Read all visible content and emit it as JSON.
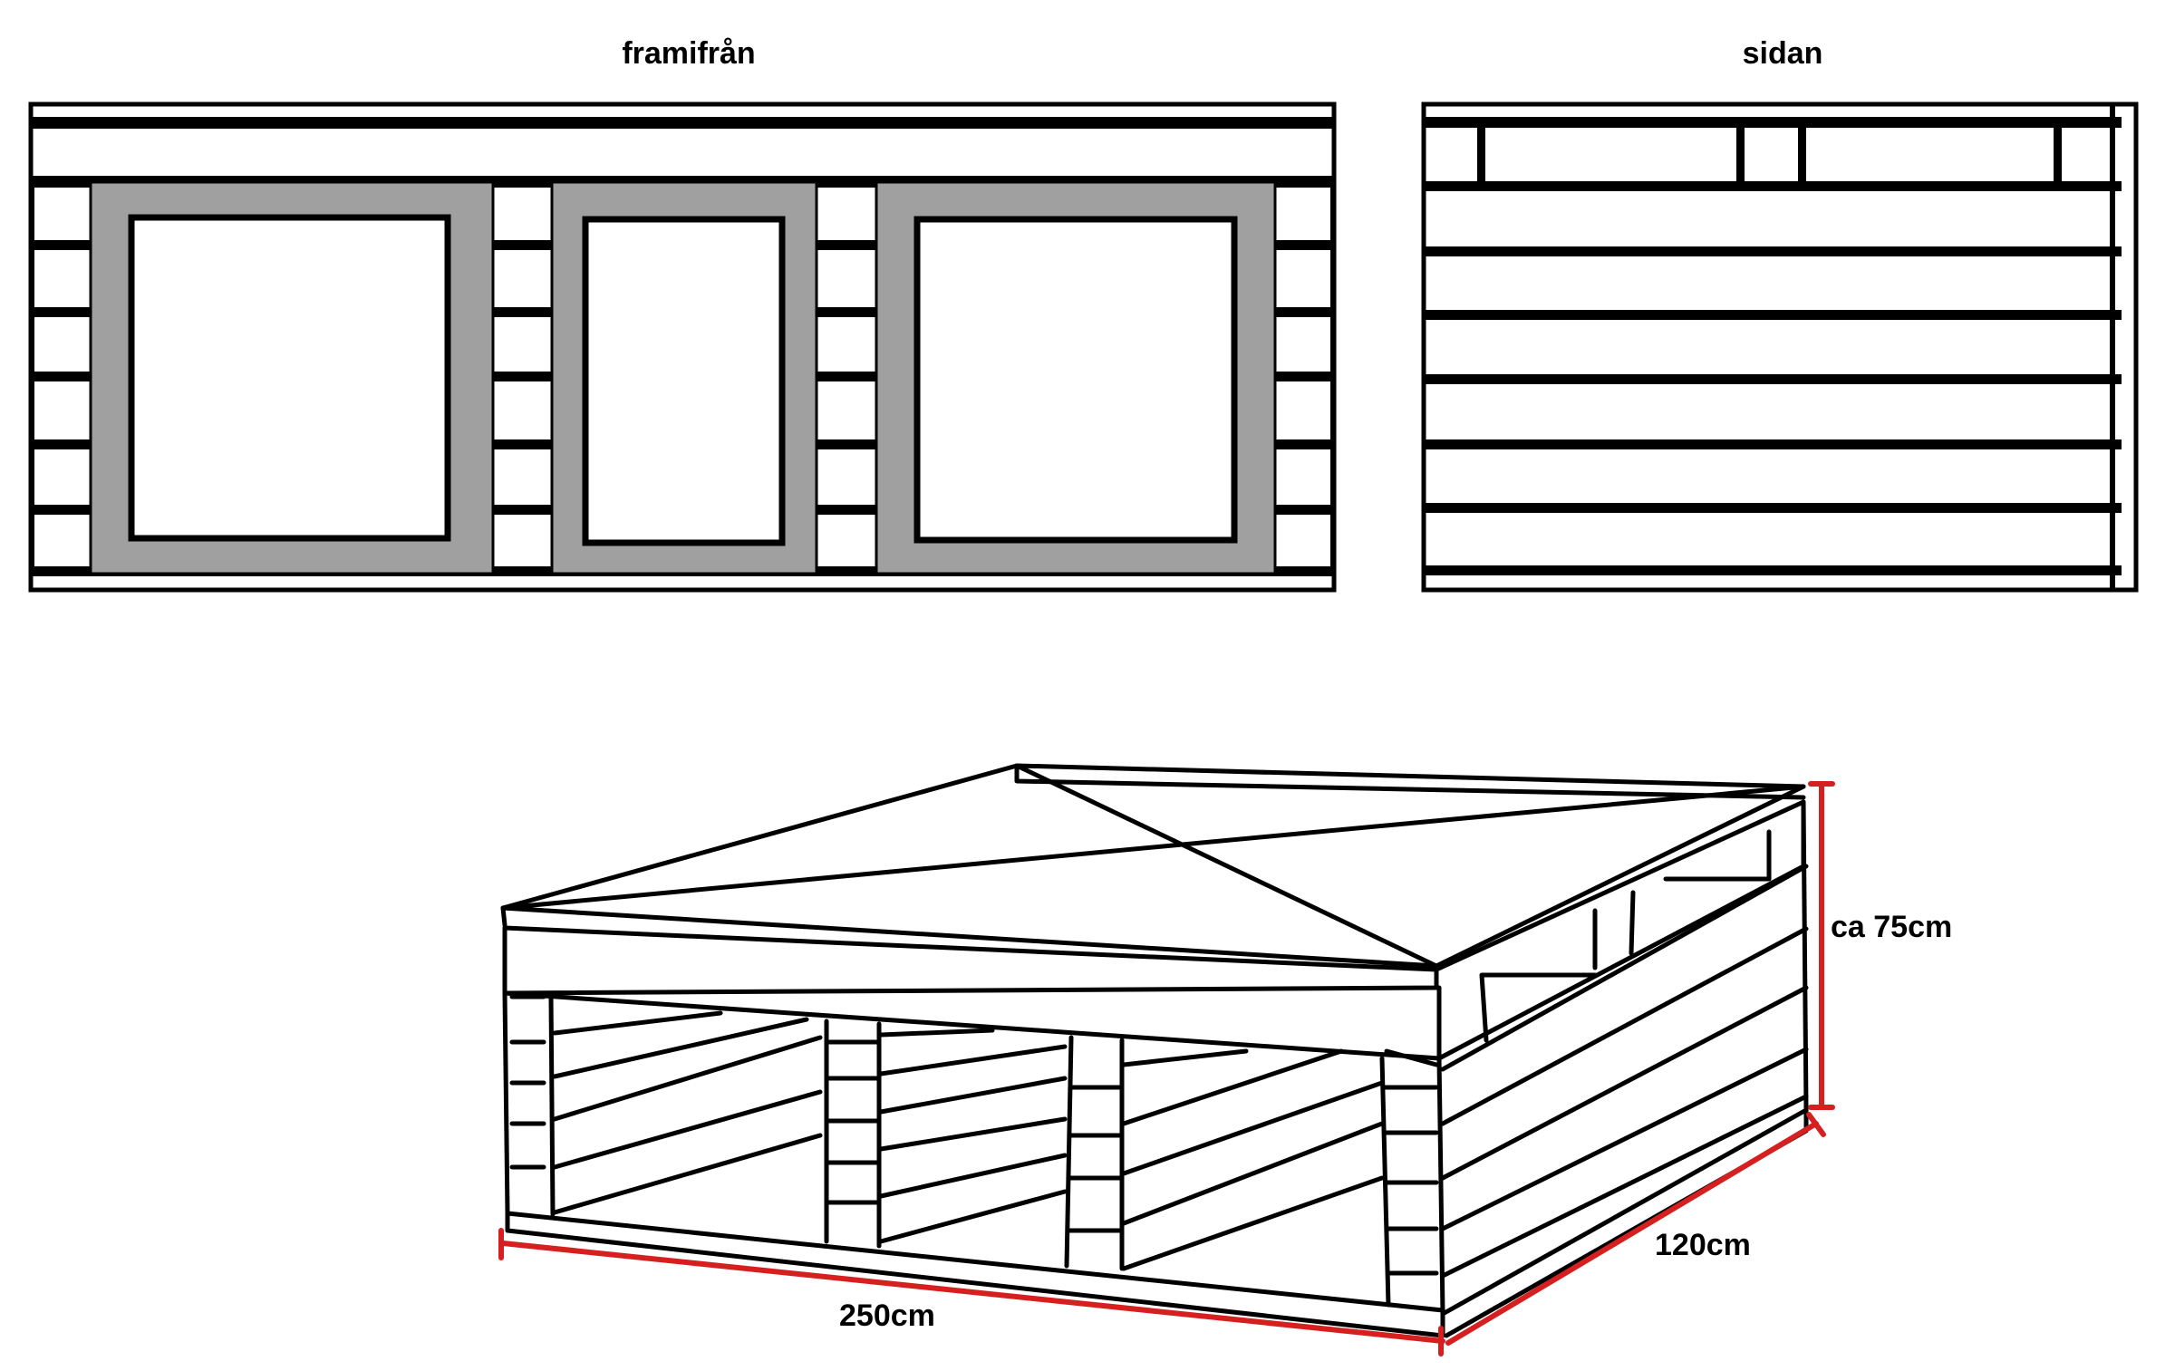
{
  "views": {
    "front_title": "framifrån",
    "side_title": "sidan"
  },
  "dimensions": {
    "length": "250cm",
    "depth": "120cm",
    "height": "ca 75cm"
  },
  "colors": {
    "line": "#000000",
    "panel_gray": "#a0a0a0",
    "dimension_line": "#d62020",
    "background": "#ffffff"
  }
}
